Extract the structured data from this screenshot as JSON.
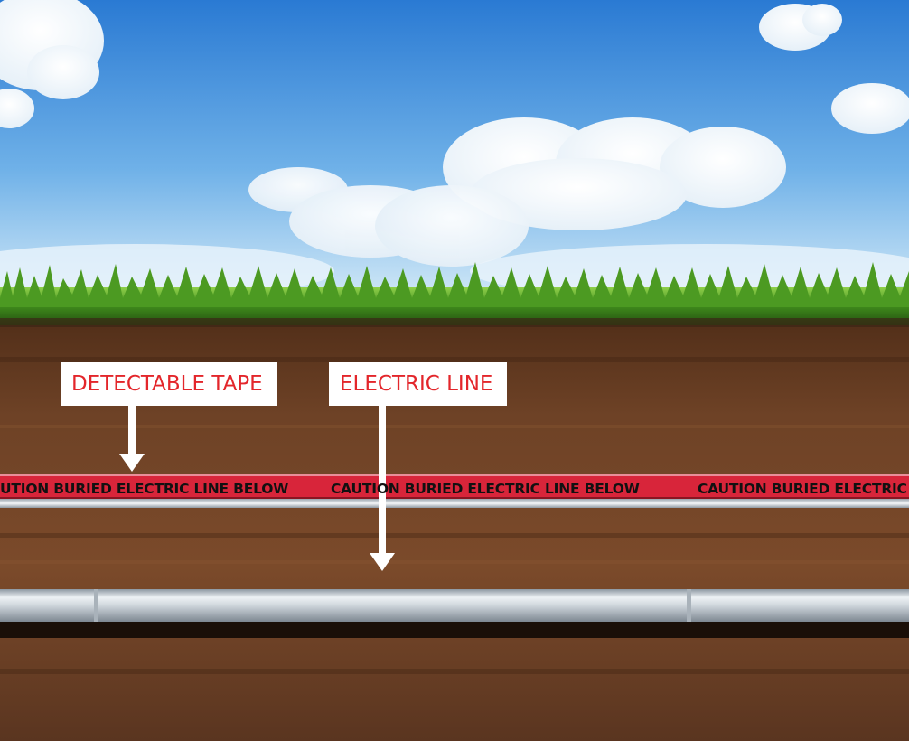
{
  "labels": {
    "detectable_tape": "DETECTABLE TAPE",
    "electric_line": "ELECTRIC LINE"
  },
  "tape": {
    "text_segments": [
      "UTION BURIED ELECTRIC LINE BELOW",
      "CAUTION BURIED ELECTRIC LINE BELOW",
      "CAUTION BURIED ELECTRIC LI"
    ]
  },
  "colors": {
    "sky_top": "#2f7fd6",
    "sky_bottom": "#cfe6f7",
    "grass": "#3f8a1c",
    "soil": "#6b3f22",
    "tape_red": "#d8253a",
    "pipe": "#d5dbe0",
    "label_text": "#e3262b"
  }
}
